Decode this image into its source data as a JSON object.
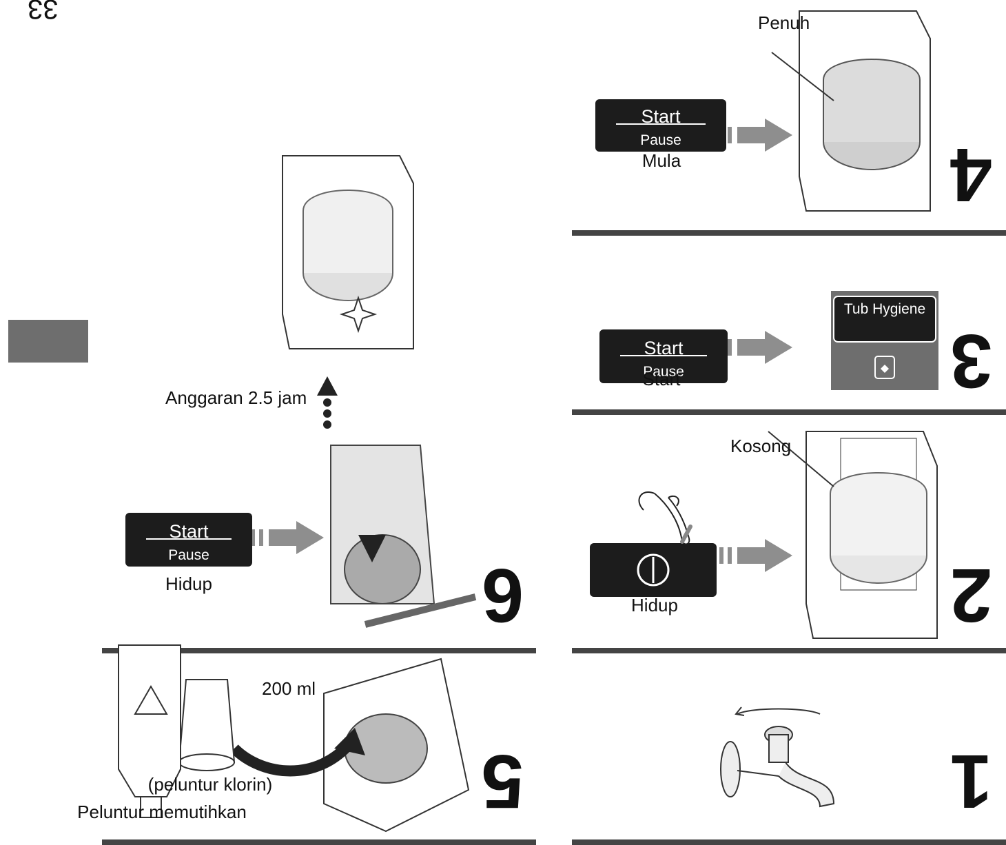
{
  "page_number": "33",
  "steps": [
    {
      "number": "1"
    },
    {
      "number": "2",
      "caption": "Hidup",
      "callout": "Kosong"
    },
    {
      "number": "3",
      "caption": "Start",
      "hygiene_label": "Tub Hygiene"
    },
    {
      "number": "4",
      "caption": "Mula",
      "callout": "Penuh"
    },
    {
      "number": "5",
      "agent_label": "Peluntur memutihkan",
      "agent_sub": "(peluntur klorin)",
      "volume": "200 ml"
    },
    {
      "number": "6",
      "caption": "Hidup"
    }
  ],
  "button": {
    "start": "Start",
    "pause": "Pause"
  },
  "result_label": "Anggaran 2.5 jam",
  "colors": {
    "panel": "#1c1c1c",
    "arrow": "#8e8e8e",
    "tab": "#6e6e6e",
    "divider": "#444444"
  },
  "icons": [
    "tap-icon",
    "power-icon",
    "tub-clean-icon",
    "finger-press-icon",
    "bleach-bottle-icon",
    "measuring-cup-icon",
    "sparkle-icon"
  ]
}
